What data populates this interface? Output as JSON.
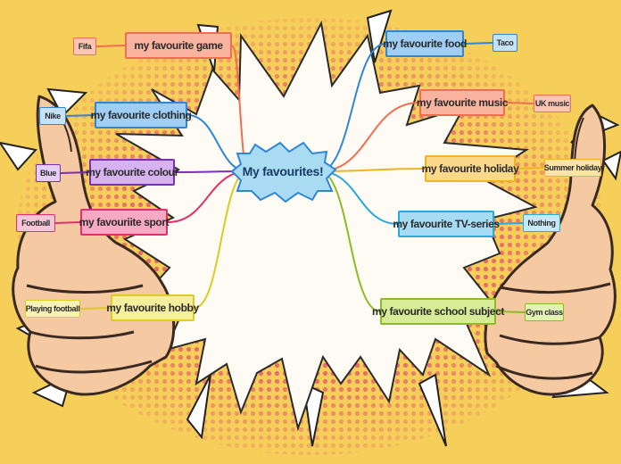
{
  "center": {
    "label": "My favourites!"
  },
  "colors": {
    "background": "#f6cf5a",
    "halftone": "#e56a6a",
    "burst": "#fdfbf3",
    "skin": "#f5c9a2",
    "center_fill": "#a9dcf3"
  },
  "topics": [
    {
      "id": "game",
      "label": "my favourite game",
      "leaf": "Fifa",
      "color": "#f26d4f",
      "fill": "#f9b39f",
      "leaf_fill": "#fbc6b4"
    },
    {
      "id": "clothing",
      "label": "my favourite clothing",
      "leaf": "Nike",
      "color": "#2f86d6",
      "fill": "#9fcdf3",
      "leaf_fill": "#c6e2f8"
    },
    {
      "id": "colour",
      "label": "my favourite colour",
      "leaf": "Blue",
      "color": "#7a2fb5",
      "fill": "#d6b3f0",
      "leaf_fill": "#e6cff7"
    },
    {
      "id": "sport",
      "label": "my favouriite sport",
      "leaf": "Football",
      "color": "#e1306c",
      "fill": "#f6a9c3",
      "leaf_fill": "#f9c5d6"
    },
    {
      "id": "hobby",
      "label": "my favourite hobby",
      "leaf": "Playing football",
      "color": "#dccb22",
      "fill": "#f6ef9d",
      "leaf_fill": "#f8f3b4"
    },
    {
      "id": "food",
      "label": "my favourite food",
      "leaf": "Taco",
      "color": "#2f86d6",
      "fill": "#9fcdf3",
      "leaf_fill": "#c6e2f8"
    },
    {
      "id": "music",
      "label": "my favourite music",
      "leaf": "UK music",
      "color": "#f26d4f",
      "fill": "#f9b39f",
      "leaf_fill": "#fbc6b4"
    },
    {
      "id": "holiday",
      "label": "my favourite holiday",
      "leaf": "Summer holiday",
      "color": "#f0b322",
      "fill": "#fbd98a",
      "leaf_fill": "#fce3a8"
    },
    {
      "id": "tvseries",
      "label": "my favourite TV-series",
      "leaf": "Nothing",
      "color": "#2aa9dd",
      "fill": "#a6dcf3",
      "leaf_fill": "#c5e9f8"
    },
    {
      "id": "subject",
      "label": "my favourite school subject",
      "leaf": "Gym class",
      "color": "#8dbb26",
      "fill": "#d6ec96",
      "leaf_fill": "#e3f3b4"
    }
  ]
}
